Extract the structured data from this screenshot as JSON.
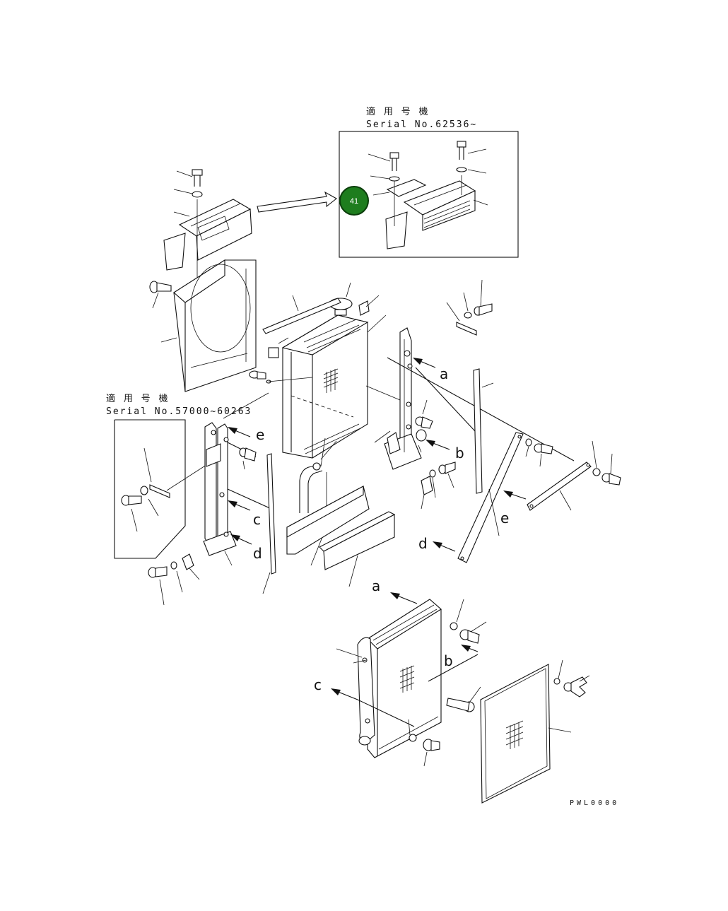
{
  "serial_top": {
    "line1": "適 用 号 機",
    "line2": "Serial No.62536~"
  },
  "serial_left": {
    "line1": "適 用 号 機",
    "line2": "Serial No.57000~60263"
  },
  "badge": {
    "label": "41",
    "color": "#1e7d1e",
    "ring": "#0b3d0b"
  },
  "reference_letters": {
    "a1": "a",
    "b1": "b",
    "c1": "c",
    "d1": "d",
    "e1": "e",
    "e2": "e",
    "d2": "d",
    "a2": "a",
    "b2": "b",
    "c2": "c"
  },
  "drawing_code": "PWL0000"
}
